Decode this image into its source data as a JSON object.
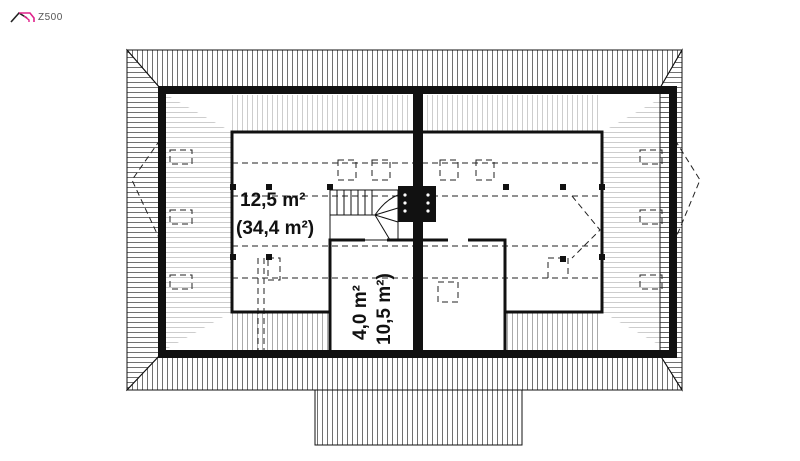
{
  "logo": {
    "text": "Z500",
    "accent": "#e0218a"
  },
  "rooms": [
    {
      "name": "left-attic-room",
      "area": "12,5 m²",
      "total_area": "(34,4 m²)"
    },
    {
      "name": "small-room",
      "area": "4,0 m²",
      "total_area": "10,5 m²)"
    }
  ],
  "colors": {
    "line": "#111111",
    "background": "#ffffff"
  }
}
